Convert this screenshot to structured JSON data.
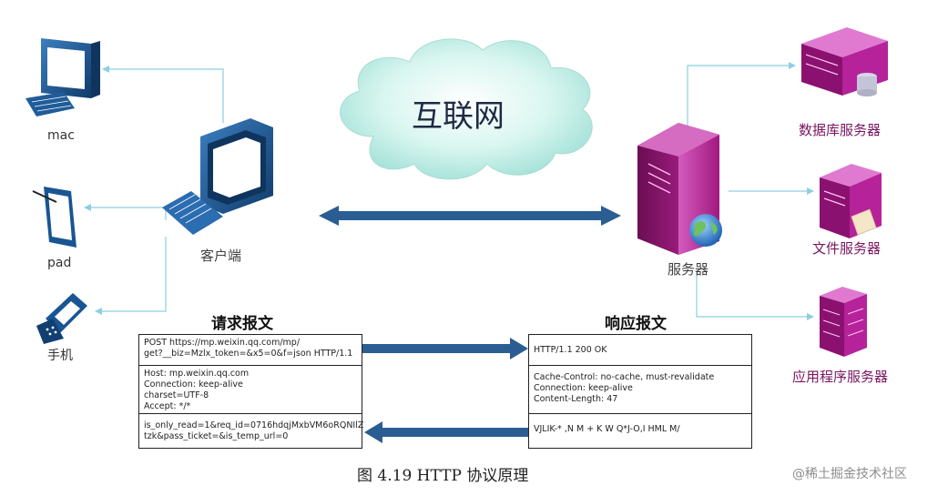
{
  "cloud_label": "互联网",
  "client": {
    "label": "客户端",
    "devices": [
      {
        "label": "mac",
        "icon": "desktop-computer-icon"
      },
      {
        "label": "pad",
        "icon": "tablet-icon"
      },
      {
        "label": "手机",
        "icon": "mobile-phone-icon"
      }
    ]
  },
  "server": {
    "label": "服务器",
    "subservers": [
      {
        "label": "数据库服务器",
        "icon": "database-server-icon"
      },
      {
        "label": "文件服务器",
        "icon": "file-server-icon"
      },
      {
        "label": "应用程序服务器",
        "icon": "app-server-icon"
      }
    ]
  },
  "request": {
    "title": "请求报文",
    "line": [
      "POST https://mp.weixin.qq.com/mp/",
      "get?__biz=Mzlx_token=&x5=0&f=json HTTP/1.1"
    ],
    "headers": [
      "Host: mp.weixin.qq.com",
      "Connection: keep-alive",
      "charset=UTF-8",
      "Accept: */*"
    ],
    "body": [
      "is_only_read=1&req_id=0716hdqjMxbVM6oRQNIlZ",
      "tzk&pass_ticket=&is_temp_url=0"
    ]
  },
  "response": {
    "title": "响应报文",
    "line": [
      "HTTP/1.1 200 OK"
    ],
    "headers": [
      "Cache-Control: no-cache, must-revalidate",
      "Connection: keep-alive",
      "Content-Length: 47"
    ],
    "body": [
      "VJLIK-* ,N M +   K W    Q*J-O,I  HML   M/"
    ]
  },
  "caption": "图 4.19    HTTP 协议原理",
  "watermark": "@稀土掘金技术社区",
  "colors": {
    "arrow": "#2a5e92",
    "connector": "#8ccfe0",
    "server_body": "#b01c8c",
    "monitor": "#1f5c99",
    "cloud": "#bfeee6"
  }
}
